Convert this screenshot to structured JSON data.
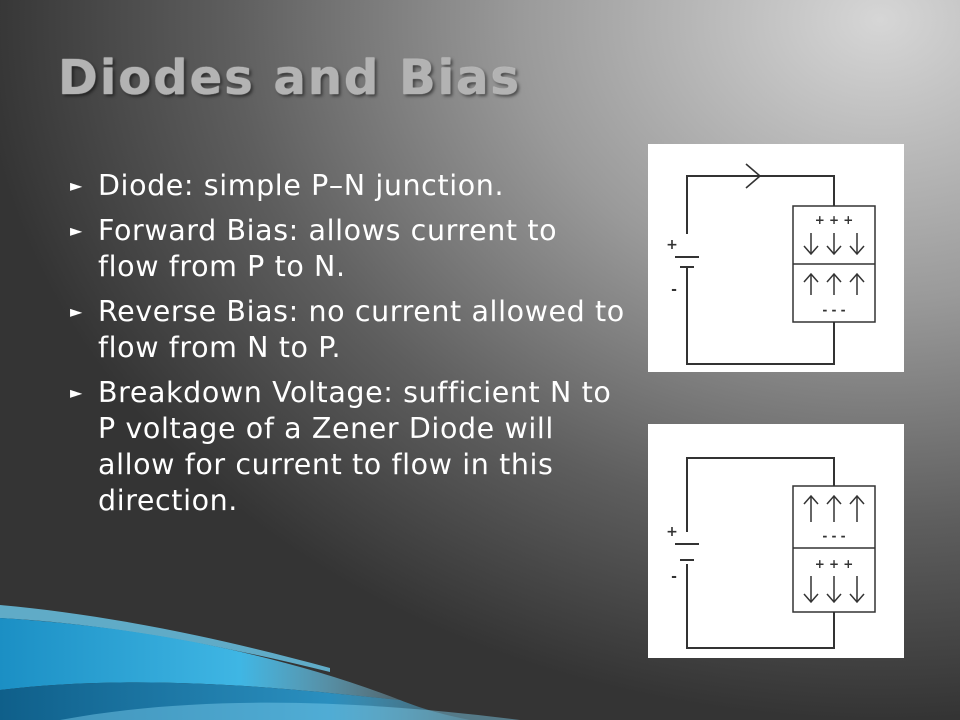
{
  "slide": {
    "title": "Diodes and Bias",
    "bullets": [
      {
        "text": "Diode: simple P–N junction."
      },
      {
        "text": "Forward Bias: allows current to flow from P to N."
      },
      {
        "text": "Reverse Bias: no current allowed to flow from N to P."
      },
      {
        "text": "Breakdown Voltage: sufficient N to P voltage of a Zener Diode will allow for current to flow in this direction."
      }
    ],
    "bullet_icon": "arrow-bullet-icon",
    "colors": {
      "title": "#b3b3b3",
      "text": "#ffffff",
      "accent": "#2aa3d3"
    }
  },
  "forward_bias_diagram": {
    "battery_plus": "+",
    "battery_minus": "-",
    "top_charges": "+ + +",
    "bottom_charges": "- - -"
  },
  "reverse_bias_diagram": {
    "battery_plus": "+",
    "battery_minus": "-",
    "top_charges": "- - -",
    "bottom_charges": "+ + +"
  }
}
